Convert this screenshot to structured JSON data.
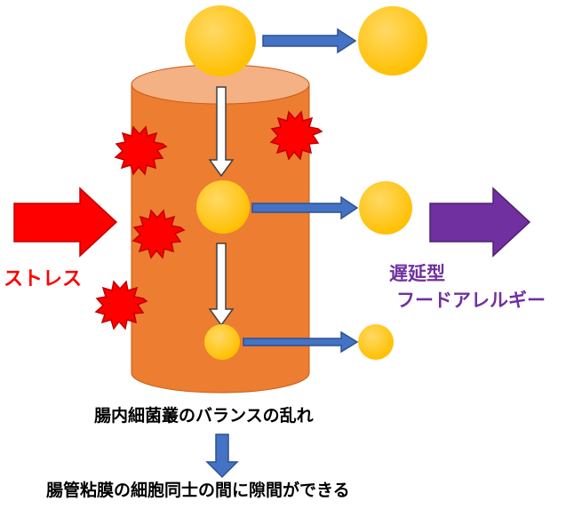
{
  "labels": {
    "stress": "ストレス",
    "allergy_line1": "遅延型",
    "allergy_line2": "フードアレルギー",
    "caption_top": "腸内細菌叢のバランスの乱れ",
    "caption_bottom": "腸管粘膜の細胞同士の間に隙間ができる"
  },
  "colors": {
    "stress": "#ff0000",
    "allergy": "#7030a0",
    "cylinder_body": "#ed7d31",
    "cylinder_top": "#f4b183",
    "ball": "#ffc000",
    "arrow_blue": "#4472c4",
    "burst": "#ff0000",
    "purple_arrow": "#7030a0"
  }
}
